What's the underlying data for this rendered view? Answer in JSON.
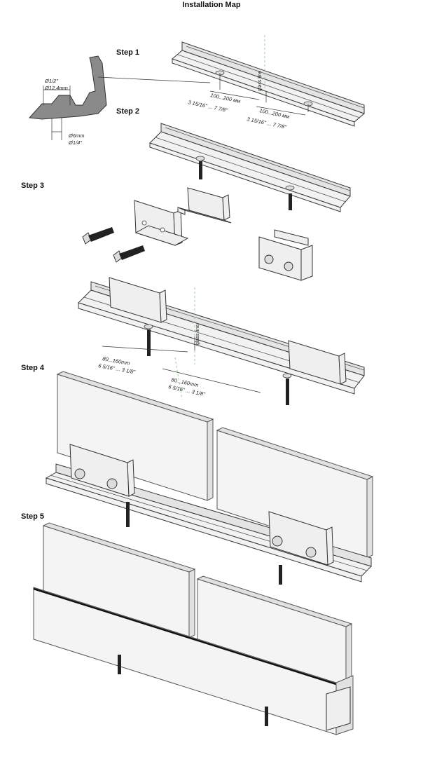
{
  "title": "Installation Map",
  "steps": {
    "s1": "Step 1",
    "s2": "Step 2",
    "s3": "Step 3",
    "s4": "Step 4",
    "s5": "Step 5"
  },
  "profile_dims": {
    "d1": "Ø1/2\"",
    "d2": "Ø12,4mm",
    "d3": "Ø6mm",
    "d4": "Ø1/4\""
  },
  "step1_dims": {
    "a1": "100...200 мм",
    "a2": "3 15/16\" ... 7 7/8\"",
    "b1": "100...200 мм",
    "b2": "3 15/16\" ... 7 7/8\"",
    "glass_line": "glass line"
  },
  "step3_dims": {
    "a1": "80...160mm",
    "a2": "6 5/16\" ... 3 1/8\"",
    "b1": "80...160mm",
    "b2": "6 5/16\" ... 3 1/8\"",
    "glass_line": "glass line"
  }
}
